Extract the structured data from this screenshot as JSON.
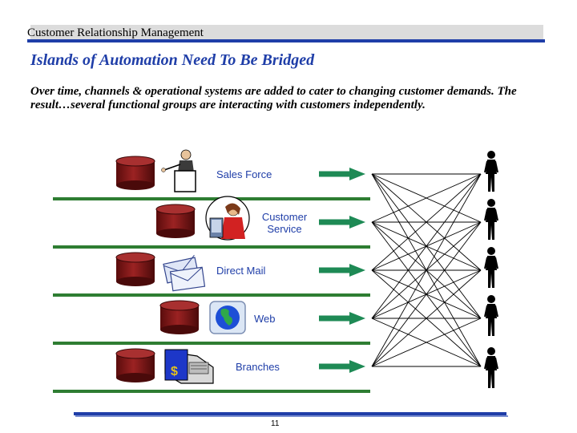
{
  "header": {
    "title": "Customer Relationship Management"
  },
  "slide": {
    "title": "Islands of Automation Need To Be Bridged",
    "description": "Over time, channels & operational systems are added to cater to changing customer demands.  The result…several functional groups are interacting with customers independently."
  },
  "channels": [
    {
      "label": "Sales Force",
      "icon": "salesperson-icon"
    },
    {
      "label": "Customer Service",
      "icon": "customer-service-agent-icon"
    },
    {
      "label": "Direct Mail",
      "icon": "envelopes-icon"
    },
    {
      "label": "Web",
      "icon": "globe-icon"
    },
    {
      "label": "Branches",
      "icon": "cash-register-icon"
    }
  ],
  "footer": {
    "page_number": "11"
  },
  "colors": {
    "accent": "#1f3ea8",
    "line": "#2e7d32",
    "arrow": "#1e8a55",
    "database": "#8b1a1a"
  }
}
